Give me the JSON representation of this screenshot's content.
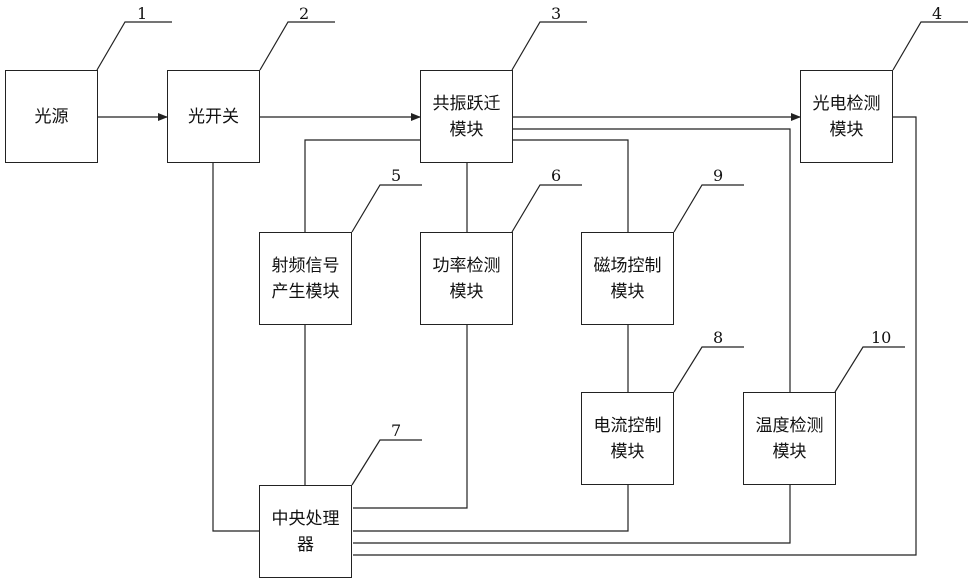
{
  "blocks": {
    "light_source": {
      "lines": [
        "光源"
      ],
      "number": "1"
    },
    "optical_switch": {
      "lines": [
        "光开关"
      ],
      "number": "2"
    },
    "resonance_module": {
      "lines": [
        "共振跃迁",
        "模块"
      ],
      "number": "3"
    },
    "photodetector_module": {
      "lines": [
        "光电检测",
        "模块"
      ],
      "number": "4"
    },
    "rf_module": {
      "lines": [
        "射频信号",
        "产生模块"
      ],
      "number": "5"
    },
    "power_module": {
      "lines": [
        "功率检测",
        "模块"
      ],
      "number": "6"
    },
    "cpu": {
      "lines": [
        "中央处理",
        "器"
      ],
      "number": "7"
    },
    "current_module": {
      "lines": [
        "电流控制",
        "模块"
      ],
      "number": "8"
    },
    "magnetic_module": {
      "lines": [
        "磁场控制",
        "模块"
      ],
      "number": "9"
    },
    "temperature_module": {
      "lines": [
        "温度检测",
        "模块"
      ],
      "number": "10"
    }
  },
  "colors": {
    "line": "#222222",
    "text": "#111111"
  }
}
